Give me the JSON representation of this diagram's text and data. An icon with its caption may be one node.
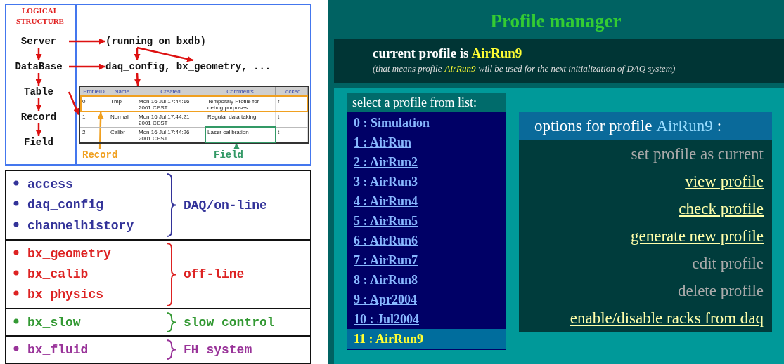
{
  "diagram": {
    "nodes": [
      {
        "text": [
          "Server"
        ]
      },
      {
        "text": [
          "DataBase"
        ]
      },
      {
        "text": [
          "Table"
        ]
      },
      {
        "text": [
          "Record"
        ]
      },
      {
        "text": [
          "Field"
        ]
      },
      {
        "text": [
          "(running on bxdb)"
        ]
      },
      {
        "text": [
          "daq_config, bx_geometry, ..."
        ]
      },
      {
        "text": [],
        "shape": "box"
      },
      {
        "text": [],
        "shape": "box",
        "in": 7
      },
      {
        "text": [],
        "shape": "box",
        "in": 7
      },
      {
        "text": [
          "Record"
        ]
      },
      {
        "text": [
          "Field"
        ]
      },
      {
        "text": [
          "access",
          "daq_config",
          "channelhistory",
          "DAQ/on-line"
        ]
      },
      {
        "text": [
          "bx_geometry",
          "bx_calib",
          "bx_physics",
          "off-line"
        ]
      },
      {
        "text": [
          "bx_slow",
          "slow control"
        ]
      },
      {
        "text": [
          "bx_fluid",
          "FH system"
        ]
      },
      {
        "text": [
          "Profile manager"
        ]
      },
      {
        "text": [
          "current profile is",
          "AirRun9",
          "(that means profile",
          "AirRun9",
          "will be used for the next initialization of DAQ system)"
        ],
        "in": 16
      },
      {
        "text": [
          "select a profile from list:",
          "0 : Simulation",
          "1 : AirRun",
          "2 : AirRun2",
          "3 : AirRun3",
          "4 : AirRun4",
          "5 : AirRun5",
          "6 : AirRun6",
          "7 : AirRun7",
          "8 : AirRun8",
          "9 : Apr2004",
          "10 : Jul2004",
          "11 : AirRun9"
        ],
        "in": 16
      },
      {
        "text": [
          "options for profile",
          "AirRun9",
          ":",
          "set profile as current",
          "view profile",
          "check profile",
          "generate new profile",
          "edit profile",
          "delete profile",
          "enable/disable racks from daq"
        ],
        "in": 16
      }
    ],
    "edges": [
      {
        "from": 0,
        "to": 1,
        "arrow": "to"
      },
      {
        "from": 1,
        "to": 2,
        "arrow": "to"
      },
      {
        "from": 2,
        "to": 3,
        "arrow": "to"
      },
      {
        "from": 3,
        "to": 4,
        "arrow": "to"
      },
      {
        "from": 0,
        "to": 5,
        "arrow": "to"
      },
      {
        "from": 1,
        "to": 6,
        "arrow": "to"
      },
      {
        "from": 2,
        "to": 7,
        "arrow": "to"
      },
      {
        "from": 5,
        "to": 6,
        "arrow": "to"
      },
      {
        "from": 5,
        "to": 6,
        "arrow": "to"
      },
      {
        "from": 6,
        "to": 7,
        "arrow": "to"
      },
      {
        "from": 10,
        "to": 8,
        "arrow": "to",
        "color": "#f0a020"
      },
      {
        "from": 11,
        "to": 9,
        "arrow": "to",
        "color": "#339966"
      }
    ],
    "labels": [
      "LOGICAL STRUCTURE",
      "ProfileID",
      "Name",
      "Created",
      "Comments",
      "Locked",
      "0",
      "Tmp",
      "Mon 16 Jul 17:44:16 2001 CEST",
      "Temporaly Profile for debug purposes",
      "f",
      "1",
      "Normal",
      "Mon 16 Jul 17:44:21 2001 CEST",
      "Regular data taking",
      "t",
      "2",
      "Calibr",
      "Mon 16 Jul 17:44:26 2001 CEST",
      "Laser calibration",
      "t"
    ]
  }
}
